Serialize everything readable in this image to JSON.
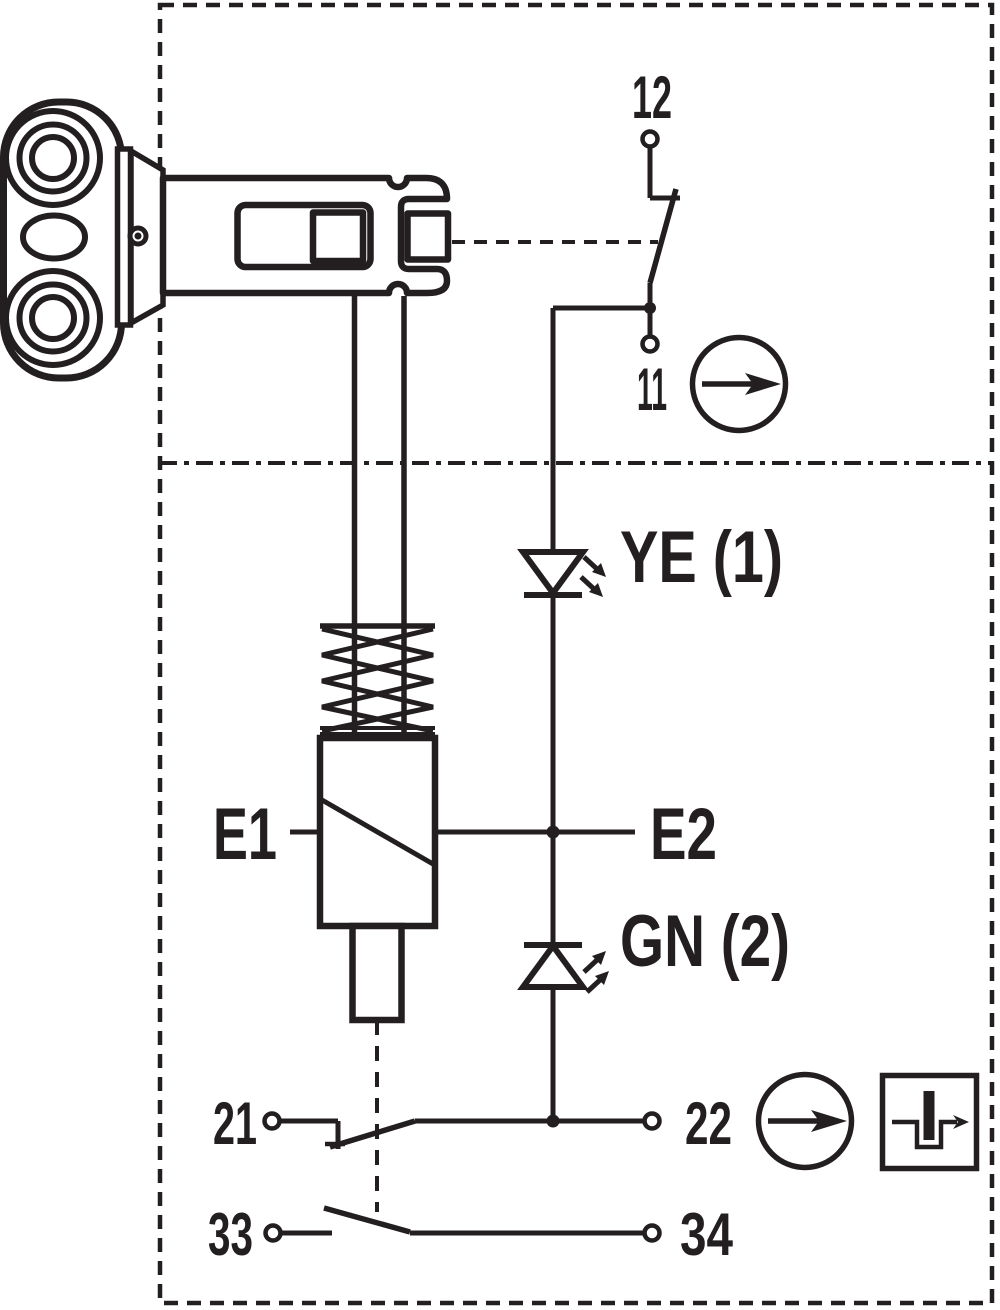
{
  "colors": {
    "ink": "#231f20",
    "background": "#ffffff"
  },
  "labels": {
    "terminal_12": "12",
    "terminal_11": "11",
    "terminal_21": "21",
    "terminal_22": "22",
    "terminal_33": "33",
    "terminal_34": "34",
    "coil_e1": "E1",
    "coil_e2": "E2",
    "led_yellow": "YE (1)",
    "led_green": "GN (2)"
  },
  "icons": {
    "top_actuation": "arrow-right-in-circle",
    "bottom_actuation": "arrow-right-in-circle",
    "plunger_symbol": "plunger-into-slot-with-arrow"
  }
}
